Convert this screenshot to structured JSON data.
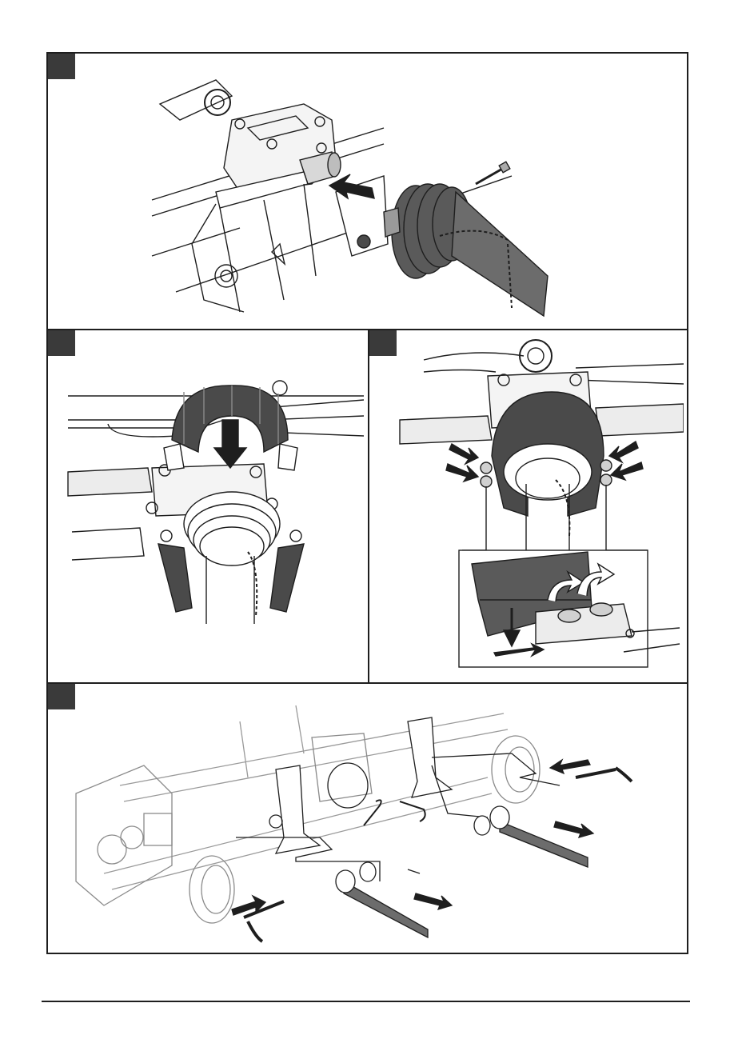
{
  "figure_tabs": [
    "",
    "",
    "",
    ""
  ],
  "colors": {
    "ink": "#1e1e1e",
    "tab": "#3a3a3a",
    "shield": "#4a4a4a",
    "shaft": "#6c6c6c",
    "light_gray": "#bdbdbd"
  },
  "illustrations": {
    "panel_1": "pto-shaft-connection",
    "panel_2": "shield-lowering",
    "panel_3": "shield-bolt-tightening",
    "panel_4": "hitch-arm-pin-assembly"
  }
}
